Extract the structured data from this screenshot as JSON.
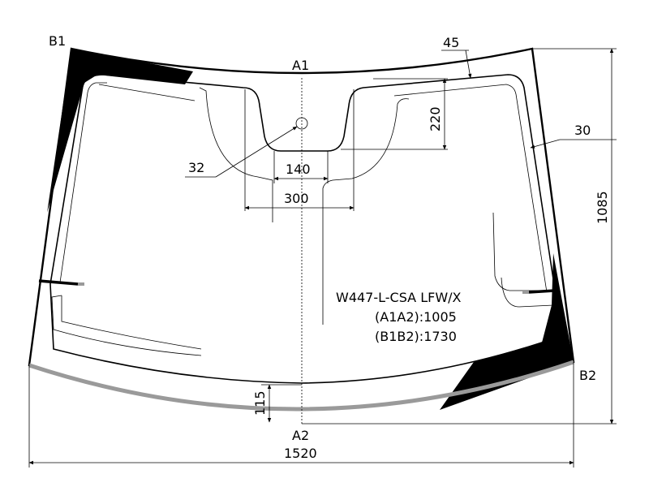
{
  "points": {
    "a1": "A1",
    "a2": "A2",
    "b1": "B1",
    "b2": "B2"
  },
  "dimensions": {
    "d45": "45",
    "d220": "220",
    "d30": "30",
    "d32": "32",
    "d140": "140",
    "d300": "300",
    "d1085": "1085",
    "d115": "115",
    "d1520": "1520"
  },
  "info": {
    "code": "W447-L-CSA LFW/X",
    "a1a2": "(A1A2):1005",
    "b1b2": "(B1B2):1730"
  },
  "colors": {
    "ink": "#000000",
    "ceramic_band": "#000000",
    "bottom_edge": "#9a9a9a"
  }
}
